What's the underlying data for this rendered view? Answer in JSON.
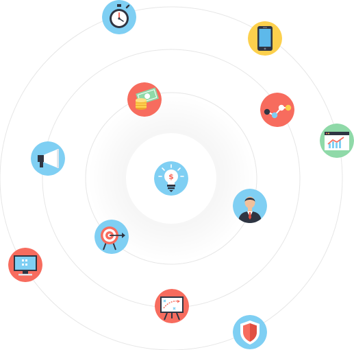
{
  "colors": {
    "sky": "#7fcff3",
    "coral": "#f76c5e",
    "yellow": "#fcd04d",
    "mint": "#8fd9a8",
    "orbit": "#e6e6e6",
    "dark": "#2f3542"
  },
  "center": {
    "icon": "lightbulb-dollar-icon"
  },
  "icons": [
    {
      "id": "stopwatch",
      "icon": "stopwatch-icon",
      "color": "sky"
    },
    {
      "id": "smartphone",
      "icon": "smartphone-icon",
      "color": "yellow"
    },
    {
      "id": "money",
      "icon": "money-coins-icon",
      "color": "coral"
    },
    {
      "id": "graph-nodes",
      "icon": "graph-nodes-icon",
      "color": "coral"
    },
    {
      "id": "analytics",
      "icon": "analytics-browser-icon",
      "color": "mint"
    },
    {
      "id": "megaphone",
      "icon": "megaphone-icon",
      "color": "sky"
    },
    {
      "id": "businessman",
      "icon": "businessman-icon",
      "color": "sky"
    },
    {
      "id": "target",
      "icon": "target-arrow-icon",
      "color": "sky"
    },
    {
      "id": "computer",
      "icon": "computer-icon",
      "color": "coral"
    },
    {
      "id": "strategy-board",
      "icon": "strategy-board-icon",
      "color": "coral"
    },
    {
      "id": "shield",
      "icon": "shield-icon",
      "color": "sky"
    }
  ]
}
